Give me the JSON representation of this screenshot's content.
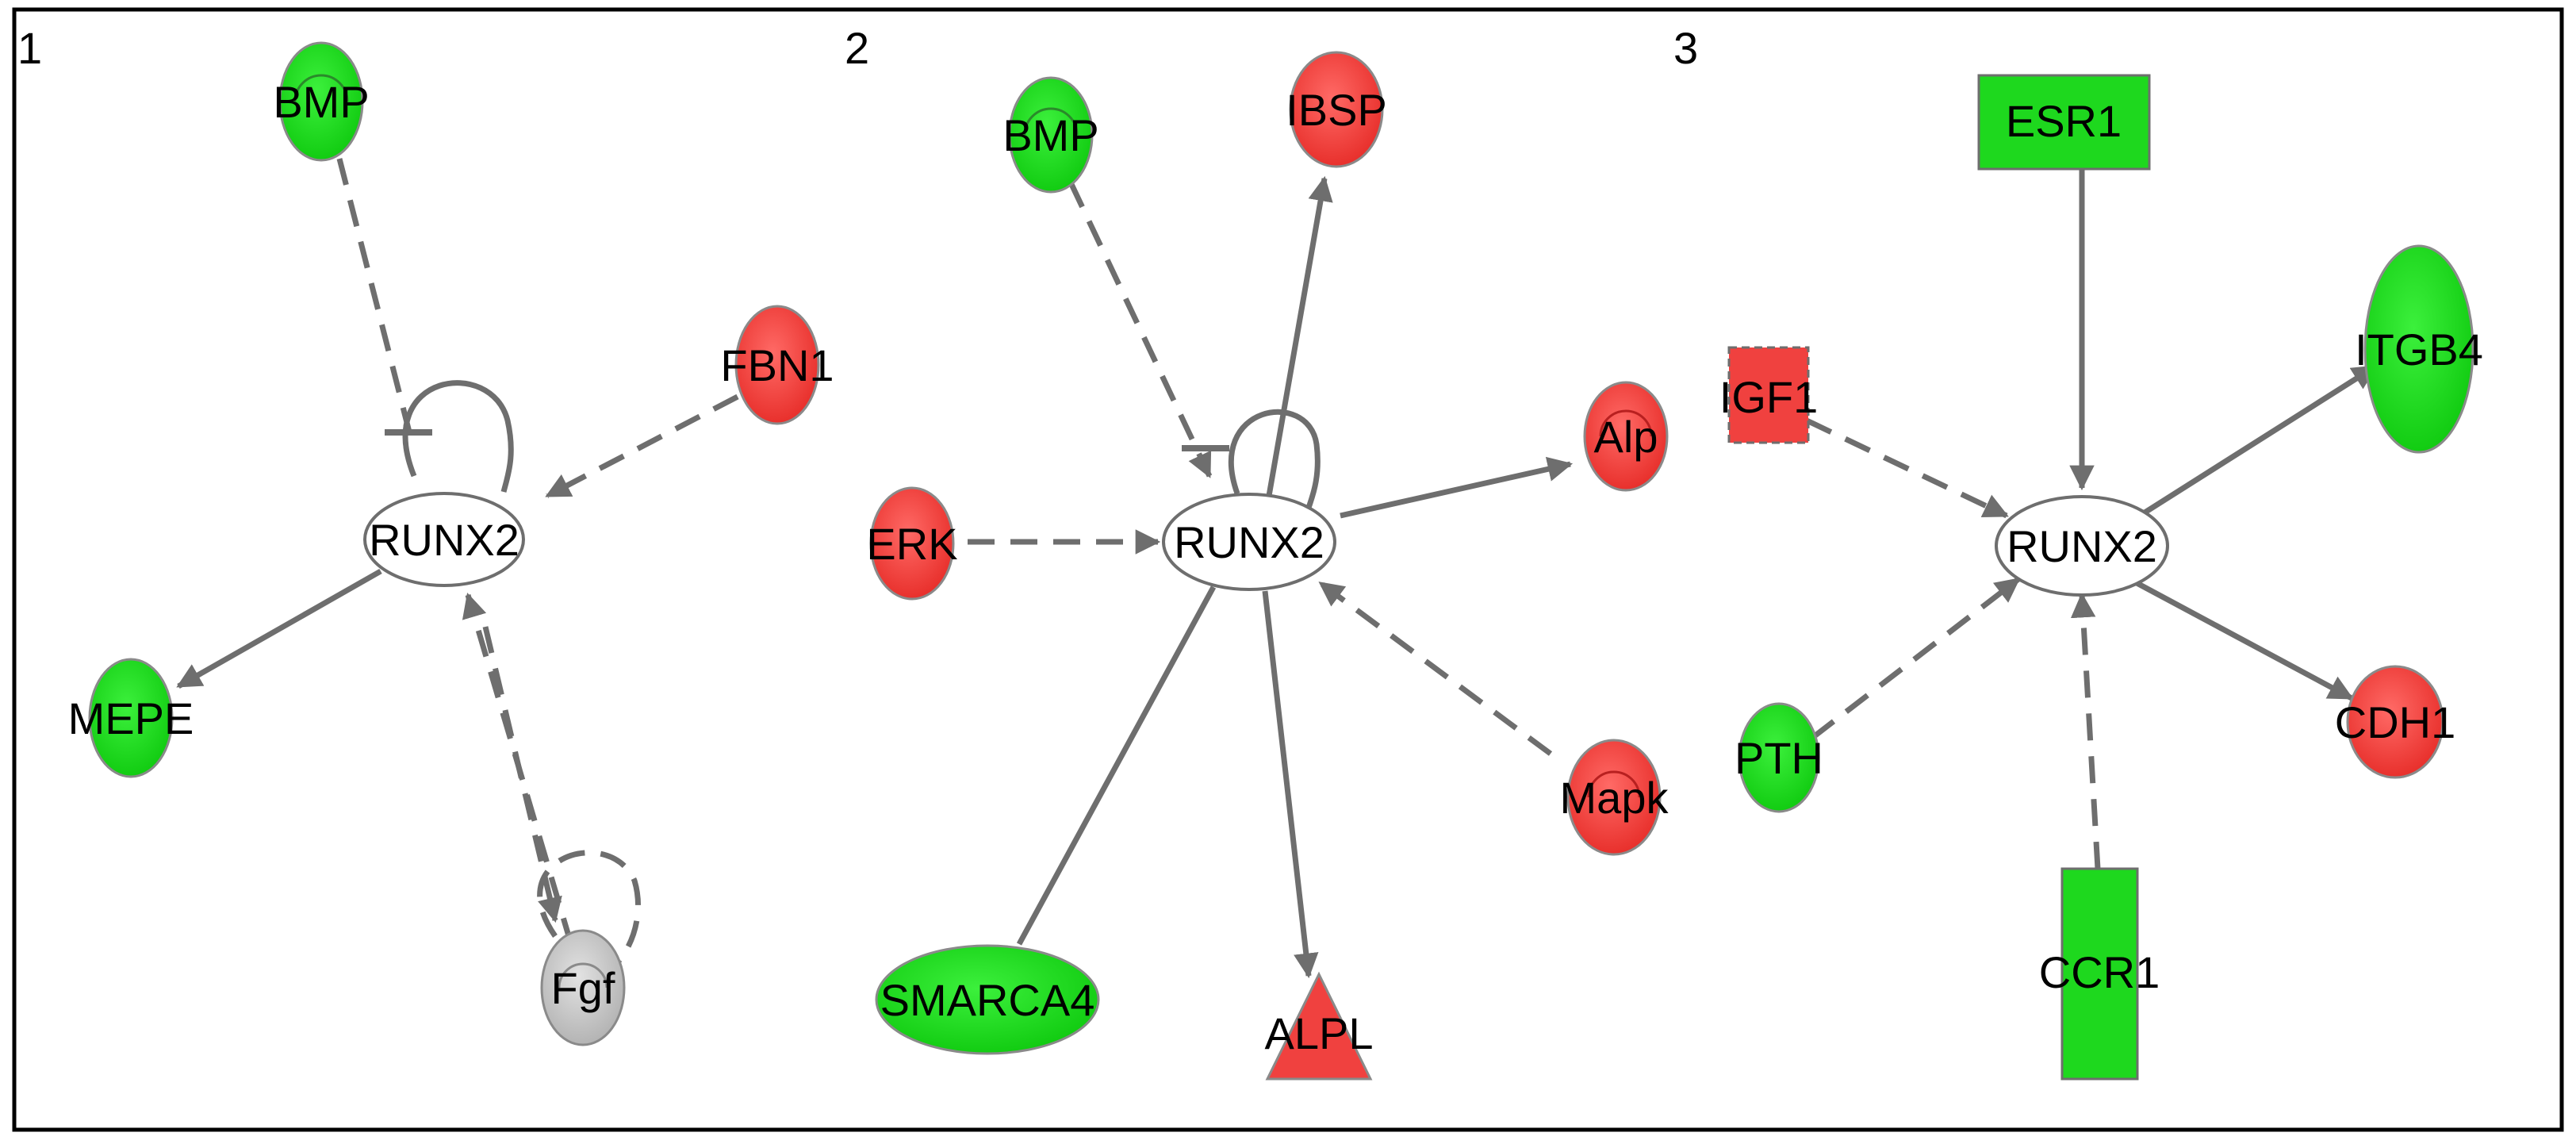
{
  "figure": {
    "panels": [
      {
        "number": "1",
        "nodes": {
          "bmp": "BMP",
          "fbn1": "FBN1",
          "runx2": "RUNX2",
          "mepe": "MEPE",
          "fgf": "Fgf"
        }
      },
      {
        "number": "2",
        "nodes": {
          "bmp": "BMP",
          "ibsp": "IBSP",
          "erk": "ERK",
          "runx2": "RUNX2",
          "alp": "Alp",
          "mapk": "Mapk",
          "smarca4": "SMARCA4",
          "alpl": "ALPL"
        }
      },
      {
        "number": "3",
        "nodes": {
          "esr1": "ESR1",
          "itgb4": "ITGB4",
          "igf1": "IGF1",
          "runx2": "RUNX2",
          "pth": "PTH",
          "cdh1": "CDH1",
          "ccr1": "CCR1"
        }
      }
    ],
    "colors": {
      "upregulated": "#f0413f",
      "downregulated": "#1ed81e",
      "neutral": "#c8c8c8",
      "center": "#ffffff",
      "edge": "#6e6e6e"
    }
  }
}
